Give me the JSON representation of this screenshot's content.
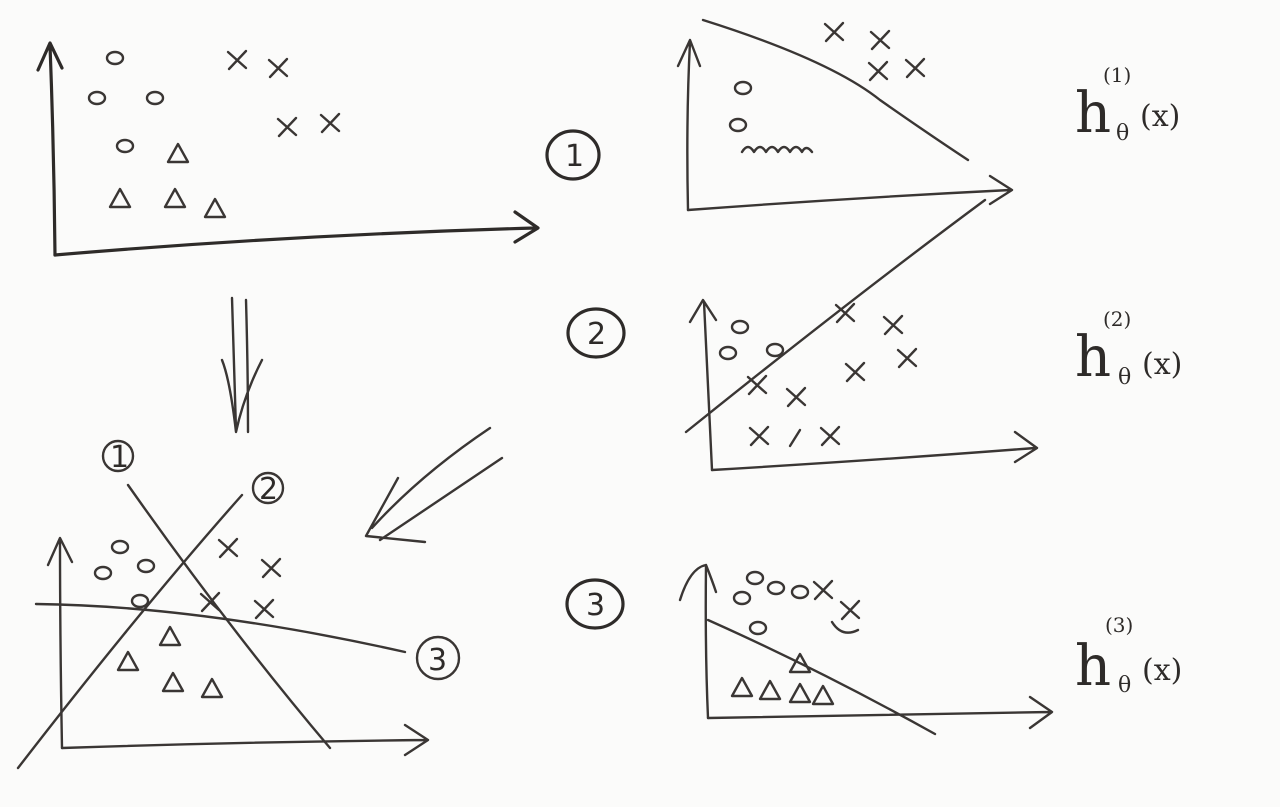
{
  "steps": [
    {
      "number": "1",
      "hypothesis_base": "h",
      "hypothesis_sub": "θ",
      "hypothesis_sup": "(1)",
      "hypothesis_arg": "(x)"
    },
    {
      "number": "2",
      "hypothesis_base": "h",
      "hypothesis_sub": "θ",
      "hypothesis_sup": "(2)",
      "hypothesis_arg": "(x)"
    },
    {
      "number": "3",
      "hypothesis_base": "h",
      "hypothesis_sub": "θ",
      "hypothesis_sup": "(3)",
      "hypothesis_arg": "(x)"
    }
  ],
  "combined_plot": {
    "line_labels": [
      "1",
      "2",
      "3"
    ]
  },
  "point_symbols": {
    "circle": "o",
    "cross": "x",
    "triangle": "triangle"
  }
}
